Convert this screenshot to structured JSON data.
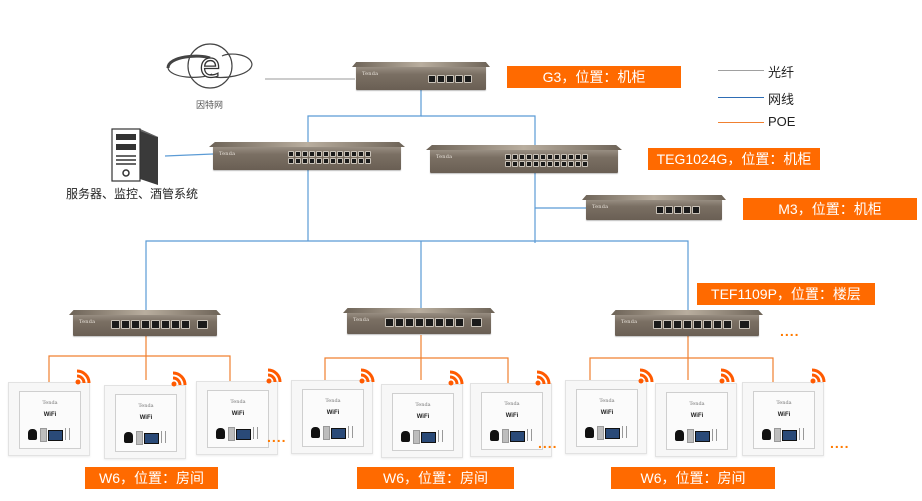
{
  "diagram": {
    "title": "网络拓扑",
    "internet": {
      "label": "因特网",
      "icon": "internet-explorer-icon"
    },
    "server": {
      "label": "服务器、监控、酒管系统",
      "icon": "server-tower-icon"
    },
    "legend": [
      {
        "label": "光纤",
        "color": "#a0a0a0"
      },
      {
        "label": "网线",
        "color": "#2e6db5"
      },
      {
        "label": "POE",
        "color": "#f08030"
      }
    ],
    "labels": {
      "g3": "G3，位置：机柜",
      "teg1024g": "TEG1024G，位置：机柜",
      "m3": "M3，位置：机柜",
      "tef1109p": "TEF1109P，位置：楼层",
      "w6_1": "W6，位置：房间",
      "w6_2": "W6，位置：房间",
      "w6_3": "W6，位置：房间"
    },
    "devices": {
      "brand": "Tenda",
      "ap_brand": "Tenda",
      "ap_wifi": "WiFi"
    },
    "ellipsis": "....",
    "colors": {
      "label_bg": "#ff6a00",
      "fiber": "#a0a0a0",
      "ethernet": "#5b9bd5",
      "poe": "#f08030"
    }
  }
}
